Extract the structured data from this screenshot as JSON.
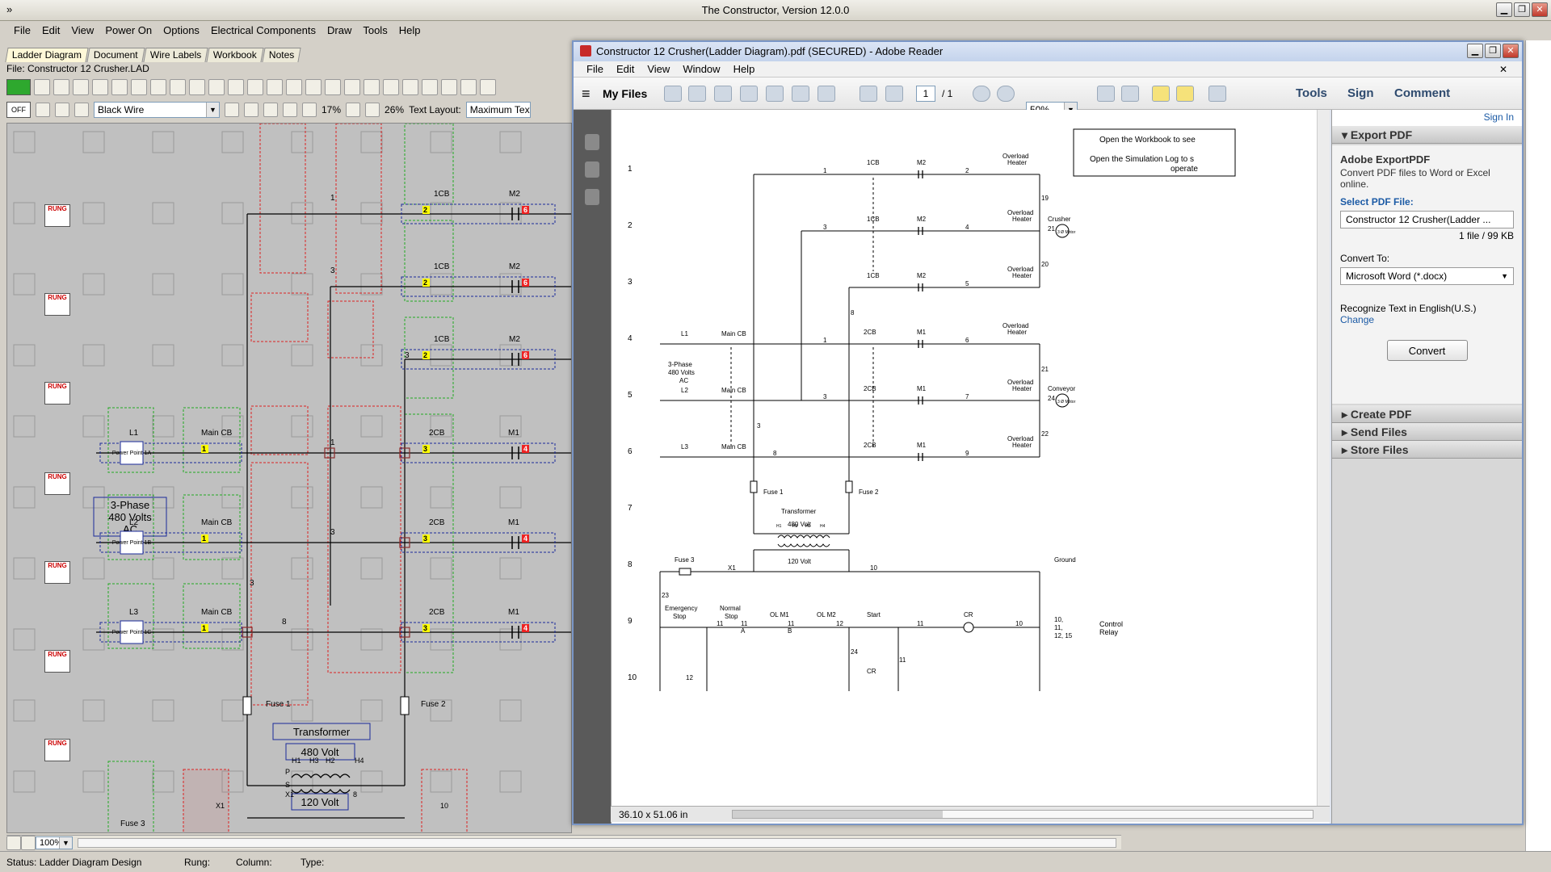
{
  "app": {
    "title": "The Constructor, Version 12.0.0",
    "menu": [
      "File",
      "Edit",
      "View",
      "Power On",
      "Options",
      "Electrical Components",
      "Draw",
      "Tools",
      "Help"
    ],
    "tabs": [
      "Ladder Diagram",
      "Document",
      "Wire Labels",
      "Workbook",
      "Notes"
    ],
    "file_label": "File: Constructor 12 Crusher.LAD",
    "off_label": "OFF",
    "wire_type": "Black Wire",
    "zoom_h": "17%",
    "zoom_v": "26%",
    "text_layout_label": "Text Layout:",
    "text_layout_value": "Maximum Text A",
    "canvas_zoom": "100%",
    "status": {
      "status": "Status: Ladder Diagram Design",
      "rung": "Rung:",
      "column": "Column:",
      "type": "Type:"
    }
  },
  "ladder": {
    "rung_icon": "RUNG",
    "labels": {
      "cb1": "1CB",
      "m2": "M2",
      "cb2": "2CB",
      "m1": "M1",
      "main_cb": "Main CB",
      "l1": "L1",
      "l2": "L2",
      "l3": "L3",
      "pp1": "Power Point 1A",
      "pp2": "Power Point 1B",
      "pp3": "Power Point 1C",
      "phase": "3-Phase",
      "volts": "480 Volts",
      "ac": "AC",
      "fuse1": "Fuse 1",
      "fuse2": "Fuse 2",
      "fuse3": "Fuse 3",
      "transformer": "Transformer",
      "v480": "480 Volt",
      "v120": "120 Volt",
      "h1": "H1",
      "h2": "H2",
      "h3": "H3",
      "h4": "H4",
      "x1": "X1",
      "p": "P",
      "s": "S",
      "n1": "1",
      "n3": "3",
      "n8": "8",
      "n10": "10",
      "pin1": "1",
      "pin2": "2",
      "pin3": "3",
      "pin4": "4",
      "pin6": "6"
    }
  },
  "reader": {
    "title": "Constructor 12 Crusher(Ladder Diagram).pdf (SECURED) - Adobe Reader",
    "menu": [
      "File",
      "Edit",
      "View",
      "Window",
      "Help"
    ],
    "my_files": "My Files",
    "page_current": "1",
    "page_total": "/ 1",
    "zoom": "50%",
    "tools": "Tools",
    "sign": "Sign",
    "comment": "Comment",
    "page_size": "36.10 x 51.06 in",
    "pane": {
      "sign_in": "Sign In",
      "export_pdf": "Export PDF",
      "adobe_exportpdf": "Adobe ExportPDF",
      "export_desc": "Convert PDF files to Word or Excel online.",
      "select_file": "Select PDF File:",
      "file_name": "Constructor 12 Crusher(Ladder ...",
      "file_count": "1 file / 99 KB",
      "convert_to": "Convert To:",
      "format": "Microsoft Word (*.docx)",
      "recognize": "Recognize Text in English(U.S.)",
      "change": "Change",
      "convert": "Convert",
      "create_pdf": "Create PDF",
      "send_files": "Send Files",
      "store_files": "Store Files"
    },
    "pdf": {
      "note1": "Open the Workbook to see",
      "note2": "Open the Simulation Log to s",
      "note3": "operate",
      "rungs": [
        "1",
        "2",
        "3",
        "4",
        "5",
        "6",
        "7",
        "8",
        "9",
        "10"
      ],
      "cb1": "1CB",
      "cb2": "2CB",
      "m1": "M1",
      "m2": "M2",
      "overload": "Overload",
      "heater": "Heater",
      "main_cb": "Main CB",
      "crusher": "Crusher",
      "conveyor": "Conveyor",
      "motor": "3 Ø Motor",
      "l1": "L1",
      "l2": "L2",
      "l3": "L3",
      "phase": "3-Phase",
      "volts": "480 Volts",
      "ac": "AC",
      "fuse1": "Fuse 1",
      "fuse2": "Fuse 2",
      "fuse3": "Fuse 3",
      "transformer": "Transformer",
      "v480": "480 Volt",
      "v120": "120 Volt",
      "ground": "Ground",
      "emergency": "Emergency",
      "stop": "Stop",
      "normal": "Normal",
      "olm1": "OL M1",
      "olm2": "OL M2",
      "start": "Start",
      "cr": "CR",
      "control": "Control",
      "relay": "Relay",
      "crlist1": "10,",
      "crlist2": "11,",
      "crlist3": "12, 15",
      "w1": "1",
      "w2": "2",
      "w3": "3",
      "w4": "4",
      "w5": "5",
      "w6": "6",
      "w7": "7",
      "w8": "8",
      "w9": "9",
      "w10": "10",
      "w11": "11",
      "w12": "12",
      "w19": "19",
      "w20": "20",
      "w21": "21",
      "w22": "22",
      "w23": "23",
      "w24": "24",
      "x1": "X1",
      "h1": "H1",
      "h2": "H2",
      "h3": "H3",
      "h4": "H4",
      "a": "A",
      "b": "B"
    }
  }
}
